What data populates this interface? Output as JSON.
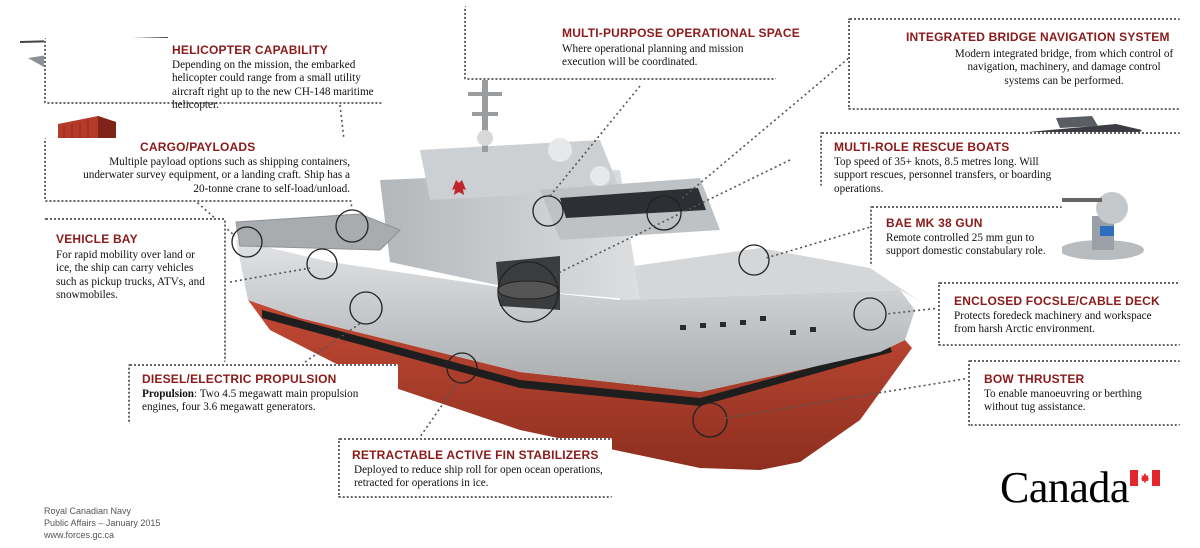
{
  "callouts": {
    "helicopter": {
      "title": "HELICOPTER  CAPABILITY",
      "body": "Depending on the mission, the embarked helicopter could range from a small utility aircraft right up to the new CH-148 maritime helicopter."
    },
    "cargo": {
      "title": "CARGO/PAYLOADS",
      "body": "Multiple payload options such as shipping containers, underwater survey equipment, or a landing craft. Ship has a 20-tonne crane to self-load/unload."
    },
    "vehicle": {
      "title": "VEHICLE BAY",
      "body": "For rapid mobility over land or ice, the ship can carry vehicles such as pickup trucks, ATVs, and snowmobiles."
    },
    "propulsion": {
      "title": "DIESEL/ELECTRIC PROPULSION",
      "body_label": "Propulsion",
      "body": ": Two 4.5 megawatt main propulsion engines, four 3.6 megawatt generators."
    },
    "fins": {
      "title": "RETRACTABLE ACTIVE FIN STABILIZERS",
      "body": "Deployed to reduce ship roll for open ocean operations, retracted for operations in ice."
    },
    "multipurpose": {
      "title": "MULTI-PURPOSE OPERATIONAL SPACE",
      "body": "Where operational planning and mission execution will be coordinated."
    },
    "bridge": {
      "title": "INTEGRATED BRIDGE NAVIGATION SYSTEM",
      "body": "Modern integrated bridge, from which control of navigation, machinery, and damage control systems can be performed."
    },
    "boats": {
      "title": "MULTI-ROLE RESCUE BOATS",
      "body": "Top speed of 35+ knots, 8.5 metres long. Will support rescues, personnel transfers, or boarding operations."
    },
    "gun": {
      "title": "BAE MK 38 GUN",
      "body": "Remote controlled 25 mm gun to support domestic constabulary role."
    },
    "focsle": {
      "title": "ENCLOSED FOCSLE/CABLE DECK",
      "body": "Protects foredeck machinery and workspace from harsh Arctic environment."
    },
    "thruster": {
      "title": "BOW THRUSTER",
      "body": "To enable manoeuvring or berthing without tug assistance."
    }
  },
  "footer": {
    "line1": "Royal Canadian Navy",
    "line2": "Public Affairs – January 2015",
    "line3": "www.forces.gc.ca"
  },
  "wordmark": "Canada",
  "colors": {
    "title_red": "#8b1a1a",
    "hull_red": "#b8412e",
    "superstructure_grey": "#c9cbcd",
    "flag_red": "#e4252c"
  }
}
